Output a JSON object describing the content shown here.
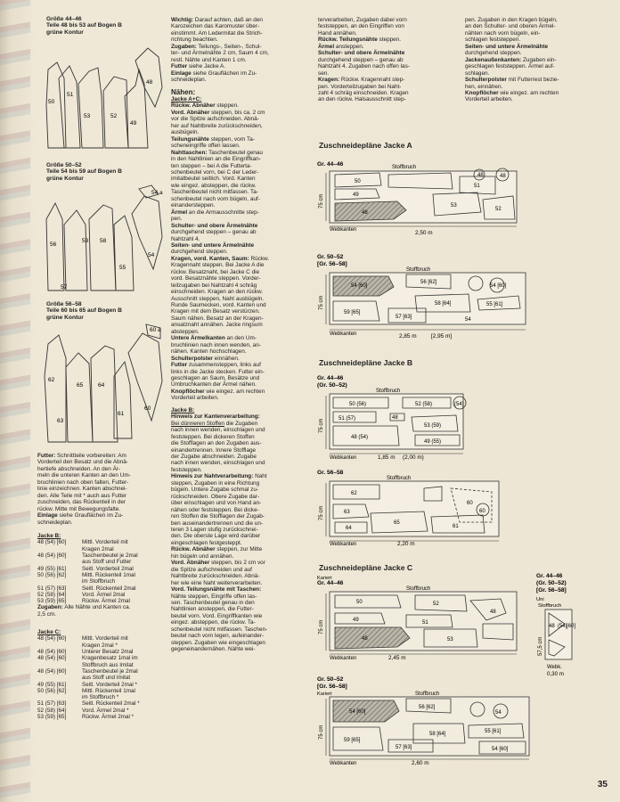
{
  "left": {
    "size1": {
      "title": "Größe 44–46",
      "line2": "Teile 48 bis 53 auf Bogen B",
      "line3": "grüne Kontur"
    },
    "size2": {
      "title": "Größe 50–52",
      "line2": "Teile 54 bis 59 auf Bogen B",
      "line3": "grüne Kontur"
    },
    "size3": {
      "title": "Größe 56–58",
      "line2": "Teile 60 bis 65 auf Bogen B",
      "line3": "grüne Kontur"
    },
    "fig1_nums": [
      "50",
      "51",
      "53",
      "52",
      "49",
      "48"
    ],
    "fig2_nums": [
      "54 a",
      "56",
      "59",
      "58",
      "57",
      "55",
      "54"
    ],
    "fig3_nums": [
      "60 a",
      "62",
      "65",
      "64",
      "63",
      "61",
      "60"
    ],
    "futter": [
      {
        "b": "Futter:",
        "t": " Schnittteile vorbereiten: Am"
      },
      {
        "t": "Vorderteil den Besatz und die Abnä-"
      },
      {
        "t": "hertiefe abschneiden. An den Är-"
      },
      {
        "t": "meln die unteren Kanten an den Um-"
      },
      {
        "t": "bruchlinien nach oben falten, Futter-"
      },
      {
        "t": "linie einzeichnen. Kanten abschnei-"
      },
      {
        "t": "den. Alle Teile mit * auch aus Futter"
      },
      {
        "t": "zuschneiden, das Rückenteil in der"
      },
      {
        "t": "rückw. Mitte mit Bewegungsfalte."
      },
      {
        "b": "Einlage",
        "t": " siehe Grauflächen im Zu-"
      },
      {
        "t": "schneideplan."
      }
    ],
    "jackeB_title": "Jacke B:",
    "jackeB": [
      [
        "48 (54) [60]",
        "Mittl. Vorderteil mit"
      ],
      [
        "",
        "Kragen 2mal"
      ],
      [
        "48 (54) [60]",
        "Taschenbeutel je 2mal"
      ],
      [
        "",
        "aus Stoff und Futter"
      ],
      [
        "49 (55) [61]",
        "Seitl. Vorderteil 2mal"
      ],
      [
        "50 (56) [62]",
        "Mittl. Rückenteil 1mal"
      ],
      [
        "",
        "im Stoffbruch"
      ],
      [
        "51 (57) [63]",
        "Seitl. Rückenteil 2mal"
      ],
      [
        "52 (58) [64]",
        "Vord. Ärmel 2mal"
      ],
      [
        "53 (59) [65]",
        "Rückw. Ärmel 2mal"
      ]
    ],
    "zugabenB": [
      {
        "b": "Zugaben:",
        "t": " Alle Nähte und Kanten ca."
      },
      {
        "t": "2,5 cm."
      }
    ],
    "jackeC_title": "Jacke C:",
    "jackeC": [
      [
        "48 (54) [60]",
        "Mittl. Vorderteil mit"
      ],
      [
        "",
        "Kragen 2mal *"
      ],
      [
        "48 (54) [60]",
        "Unterer Besatz 2mal"
      ],
      [
        "48 (54) [60]",
        "Kragenbesatz 1mal im"
      ],
      [
        "",
        "Stoffbruch aus Imitat"
      ],
      [
        "48 (54) [60]",
        "Taschenbeutel je 2mal"
      ],
      [
        "",
        "aus Stoff und Imitat"
      ],
      [
        "49 (55) [61]",
        "Seitl. Vorderteil 2mal *"
      ],
      [
        "50 (56) [62]",
        "Mittl. Rückenteil 1mal"
      ],
      [
        "",
        "im Stoffbruch *"
      ],
      [
        "51 (57) [63]",
        "Seitl. Rückenteil 2mal *"
      ],
      [
        "52 (58) [64]",
        "Vord. Ärmel 2mal *"
      ],
      [
        "53 (59) [65]",
        "Rückw. Ärmel 2mal *"
      ]
    ]
  },
  "middle": [
    {
      "b": "Wichtig:",
      "t": " Darauf achten, daß an den"
    },
    {
      "t": "Karozeichen das Karomuster über-"
    },
    {
      "t": "einstimmt. Am Ledermitat die Strich-"
    },
    {
      "t": "richtung beachten."
    },
    {
      "b": "Zugaben:",
      "t": " Teilungs-, Seiten-, Schul-"
    },
    {
      "t": "ter- und Ärmelnähte 2 cm, Saum 4 cm,"
    },
    {
      "t": "restl. Nähte und Kanten 1 cm."
    },
    {
      "b": "Futter",
      "t": " siehe Jacke A."
    },
    {
      "b": "Einlage",
      "t": " siehe Grauflächen im Zu-"
    },
    {
      "t": "schneideplan."
    },
    {
      "sp": true
    },
    {
      "hb": "Nähen:"
    },
    {
      "bu": "Jacke A+C:"
    },
    {
      "b": "Rückw. Abnäher",
      "t": " steppen."
    },
    {
      "b": "Vord. Abnäher",
      "t": " steppen, bis ca. 2 cm"
    },
    {
      "t": "vor die Spitze aufschneiden. Abnä-"
    },
    {
      "t": "her auf Nahtbreite zurückschneiden,"
    },
    {
      "t": "ausbügeln."
    },
    {
      "b": "Teilungsnähte",
      "t": " steppen, vorn Ta-"
    },
    {
      "t": "scheneingriffe offen lassen."
    },
    {
      "b": "Nahttaschen:",
      "t": " Taschenbeutel genau"
    },
    {
      "t": "in den Nahtlinien an die Eingriffkan-"
    },
    {
      "t": "ten steppen – bei A die Futterta-"
    },
    {
      "t": "schenbeutel vorn, bei C der Leder-"
    },
    {
      "t": "imitatbeutel seitlich. Vord. Kanten"
    },
    {
      "t": "wie eingez. absteppen, die rückw."
    },
    {
      "t": "Taschenbeutel nicht mitfassen. Ta-"
    },
    {
      "t": "schenbeutel nach vorn bügeln, auf-"
    },
    {
      "t": "einandersteppen."
    },
    {
      "b": "Ärmel",
      "t": " an die Armausschnitte step-"
    },
    {
      "t": "pen."
    },
    {
      "b": "Schulter- und obere Ärmelnähte",
      "t": ""
    },
    {
      "t": "durchgehend steppen – genau ab"
    },
    {
      "t": "Nahtzahl 4."
    },
    {
      "b": "Seiten- und untere Ärmelnähte",
      "t": ""
    },
    {
      "t": "durchgehend steppen."
    },
    {
      "b": "Kragen, vord. Kanten, Saum:",
      "t": " Rückw."
    },
    {
      "t": "Kragennaht steppen. Bei Jacke A die"
    },
    {
      "t": "rückw. Besatznaht, bei Jacke C die"
    },
    {
      "t": "vord. Besatznähte steppen. Vorder-"
    },
    {
      "t": "teilzugaben bei Nahtzahl 4 schräg"
    },
    {
      "t": "einschneiden. Kragen an den rückw."
    },
    {
      "t": "Ausschnitt steppen, Naht ausbügeln."
    },
    {
      "t": "Runde Saumecken, vord. Kanten und"
    },
    {
      "t": "Kragen mit dem Besatz verstürzen."
    },
    {
      "t": "Saum nähen. Besatz an der Kragen-"
    },
    {
      "t": "ansatznaht annähen. Jacke ringsum"
    },
    {
      "t": "absteppen."
    },
    {
      "b": "Untere Ärmelkanten",
      "t": " an den Um-"
    },
    {
      "t": "bruchlinien nach innen wenden, an-"
    },
    {
      "t": "nähen. Kanten hochschlagen."
    },
    {
      "b": "Schulterpolster",
      "t": " einnähen."
    },
    {
      "b": "Futter",
      "t": " zusammensteppen, links auf"
    },
    {
      "t": "links in die Jacke stecken. Futter ein-"
    },
    {
      "t": "geschlagen an Saum, Besätze und"
    },
    {
      "t": "Umbruchkanten der Ärmel nähen."
    },
    {
      "b": "Knopflöcher",
      "t": " wie eingez. am rechten"
    },
    {
      "t": "Vorderteil arbeiten."
    },
    {
      "sp": true
    },
    {
      "bu": "Jacke B:"
    },
    {
      "b": "Hinweis zur Kantenverarbeitung:",
      "t": ""
    },
    {
      "u": "Bei dünneren Stoffen",
      "t": " die Zugaben"
    },
    {
      "t": "nach innen wenden, einschlagen und"
    },
    {
      "t": "feststeppen. Bei dickeren Stoffen"
    },
    {
      "t": "die Stofflagen an den Zugaben aus-"
    },
    {
      "t": "einandertrennen. Innere Stofflage"
    },
    {
      "t": "der Zugabe abschneiden. Zugabe"
    },
    {
      "t": "nach innen wenden, einschlagen und"
    },
    {
      "t": "feststeppen."
    },
    {
      "b": "Hinweis zur Nahtverarbeitung:",
      "t": " Naht"
    },
    {
      "t": "steppen, Zugaben in eine Richtung"
    },
    {
      "t": "bügeln. Untere Zugabe schmal zu-"
    },
    {
      "t": "rückschneiden. Obere Zugabe dar-"
    },
    {
      "t": "über einschlagen und von Hand an-"
    },
    {
      "t": "nähen oder feststeppen. Bei dicke-"
    },
    {
      "t": "ren Stoffen die Stofflagen der Zugab-"
    },
    {
      "t": "ben auseinandertrennen und die un-"
    },
    {
      "t": "teren 3 Lagen stufig zurückschnei-"
    },
    {
      "t": "den. Die oberste Lage wird darüber"
    },
    {
      "t": "eingeschlagen festgesteppt."
    },
    {
      "b": "Rückw. Abnäher",
      "t": " steppen, zur Mitte"
    },
    {
      "t": "hin bügeln und annähen."
    },
    {
      "b": "Vord. Abnäher",
      "t": " steppen, bis 2 cm vor"
    },
    {
      "t": "die Spitze aufschneiden und auf"
    },
    {
      "t": "Nahtbreite zurückschneiden. Abnä-"
    },
    {
      "t": "her wie eine Naht weiterverarbeiten."
    },
    {
      "b": "Vord. Teilungsnähte mit Taschen:",
      "t": ""
    },
    {
      "t": "Nähte steppen, Eingriffe offen las-"
    },
    {
      "t": "sen. Taschenbeutel genau in den"
    },
    {
      "t": "Nahtlinien ansteppen, die Futter-"
    },
    {
      "t": "beutel vorn. Vord. Eingriffkanten wie"
    },
    {
      "t": "eingez. absteppen, die rückw. Ta-"
    },
    {
      "t": "schenbeutel nicht mitfassen. Taschen-"
    },
    {
      "t": "beutel nach vorn legen, aufeinander-"
    },
    {
      "t": "steppen. Zugaben wie eingeschlagen"
    },
    {
      "t": "gegeneinandernähen. Nähte wei-"
    }
  ],
  "col3": [
    {
      "t": "terverarbeiten, Zugaben dabei vorn"
    },
    {
      "t": "feststeppen, an den Eingriffen von"
    },
    {
      "t": "Hand annähen."
    },
    {
      "b": "Rückw. Teilungsnähte",
      "t": " steppen."
    },
    {
      "b": "Ärmel",
      "t": " ansteppen."
    },
    {
      "b": "Schulter- und obere Ärmelnähte",
      "t": ""
    },
    {
      "t": "durchgehend steppen – genau ab"
    },
    {
      "t": "Nahtzahl 4. Zugaben nach offen las-"
    },
    {
      "t": "sen."
    },
    {
      "b": "Kragen:",
      "t": " Rückw. Kragennaht step-"
    },
    {
      "t": "pen. Vorderteilzugaben bei Naht-"
    },
    {
      "t": "zahl 4 schräg einschneiden. Kragen"
    },
    {
      "t": "an den rückw. Halsausschnitt step-"
    }
  ],
  "col4": [
    {
      "t": "pen. Zugaben in den Kragen bügeln,"
    },
    {
      "t": "an den Schulter- und oberen Ärmel-"
    },
    {
      "t": "nähten nach vorn bügeln, ein-"
    },
    {
      "t": "schlagen feststeppen."
    },
    {
      "b": "Seiten- und untere Ärmelnähte",
      "t": ""
    },
    {
      "t": "durchgehend steppen."
    },
    {
      "b": "Jackenaußenkanten:",
      "t": " Zugaben ein-"
    },
    {
      "t": "geschlagen feststeppen. Ärmel auf-"
    },
    {
      "t": "schlagen."
    },
    {
      "b": "Schulterpolster",
      "t": " mit Futterrest bezie-"
    },
    {
      "t": "hen, einnähen."
    },
    {
      "b": "Knopflöcher",
      "t": " wie eingez. am rechten"
    },
    {
      "t": "Vorderteil arbeiten."
    }
  ],
  "planA": {
    "title": "Zuschneidepläne Jacke A",
    "g1": {
      "size": "Gr. 44–46",
      "fold": "Stoffbruch",
      "width": "75 cm",
      "length": "2,50 m",
      "selvage": "Webkanten",
      "nums": [
        "48",
        "48",
        "50",
        "49",
        "51",
        "53",
        "52",
        "48"
      ]
    },
    "g2": {
      "size": "Gr. 50–52",
      "size2": "[Gr. 56–58]",
      "fold": "Stoffbruch",
      "width": "75 cm",
      "length": "2,85 m",
      "length2": "[2,95 m]",
      "selvage": "Webkanten",
      "nums": [
        "54 [60]",
        "56 [62]",
        "54 [60]",
        "55 [61]",
        "58 [64]",
        "59 [65]",
        "57 [63]",
        "54"
      ]
    }
  },
  "planB": {
    "title": "Zuschneidepläne Jacke B",
    "g1": {
      "size": "Gr. 44–46",
      "size2": "(Gr. 50–52)",
      "fold": "Stoffbruch",
      "width": "75 cm",
      "length": "1,85 m",
      "length2": "(2,00 m)",
      "selvage": "Webkanten",
      "nums": [
        "50 (56)",
        "52 (58)",
        "(54)",
        "51 (57)",
        "48",
        "53 (59)",
        "48 (54)",
        "49 (55)"
      ]
    },
    "g2": {
      "size": "Gr. 56–58",
      "fold": "Stoffbruch",
      "width": "75 cm",
      "length": "2,20 m",
      "selvage": "Webkanten",
      "nums": [
        "62",
        "60",
        "63",
        "65",
        "60",
        "64",
        "61"
      ]
    }
  },
  "planC": {
    "title": "Zuschneidepläne Jacke C",
    "g1": {
      "size": "Gr. 44–46",
      "pattern": "Kariert",
      "fold": "Stoffbruch",
      "width": "75 cm",
      "length": "2,45 m",
      "selvage": "Webkanten",
      "nums": [
        "50",
        "52",
        "49",
        "51",
        "48",
        "53",
        "48"
      ]
    },
    "g2": {
      "size": "Gr. 50–52",
      "size2": "[Gr. 56–58]",
      "pattern": "Kariert",
      "fold": "Stoffbruch",
      "width": "75 cm",
      "length": "2,60 m",
      "selvage": "Webkanten",
      "nums": [
        "54 [60]",
        "56 [62]",
        "55 [61]",
        "54",
        "59 [65]",
        "58 [64]",
        "57 [63]",
        "54 [60]"
      ]
    },
    "side": {
      "size": "Gr. 44–46",
      "size2": "(Gr. 50–52)",
      "size3": "[Gr. 56–58]",
      "fabric": "Uni",
      "fold": "Stoffbruch",
      "width": "57,5 cm",
      "length": "0,30 m",
      "selvage": "Webk.",
      "n1": "48",
      "n2": "(54)",
      "n3": "[60]"
    }
  },
  "page_number": "35"
}
